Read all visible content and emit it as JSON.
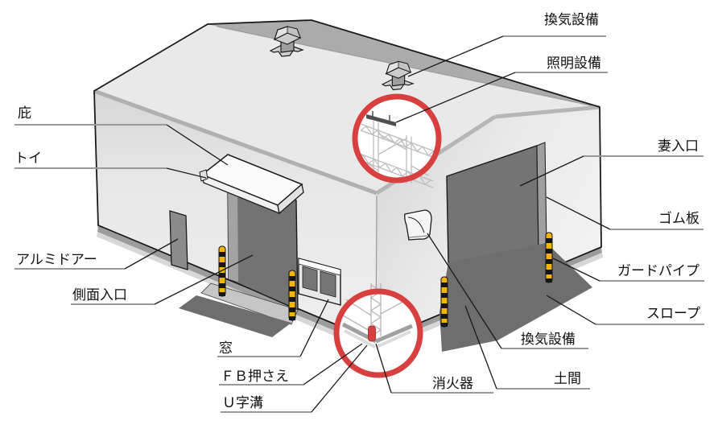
{
  "figure": {
    "kind": "isometric warehouse exterior callout diagram",
    "labels": {
      "vent_roof": "換気設備",
      "lighting": "照明設備",
      "hisashi": "庇",
      "toi": "トイ",
      "alumi_door": "アルミドアー",
      "side_entrance": "側面入口",
      "window": "窓",
      "fb_osae": "ＦＢ押さえ",
      "u_gutter": "Ｕ字溝",
      "fire_extinguisher": "消火器",
      "doma": "土間",
      "vent_wall": "換気設備",
      "gable_entrance": "妻入口",
      "rubber_plate": "ゴム板",
      "guard_pipe": "ガードパイプ",
      "slope": "スロープ"
    },
    "colors": {
      "accent_red": "#d84040",
      "leader_underline": "#999999",
      "leader_line": "#1a1a1a",
      "roof_front": "#e9e9e9",
      "roof_back_band": "#ababab",
      "wall_light": "#ececec",
      "trim_gray": "#b0b0b0",
      "door_dark": "#747474",
      "ground_slab": "#6e6e6e",
      "pole_yellow": "#f2b505",
      "extinguisher_red": "#d64040"
    }
  }
}
